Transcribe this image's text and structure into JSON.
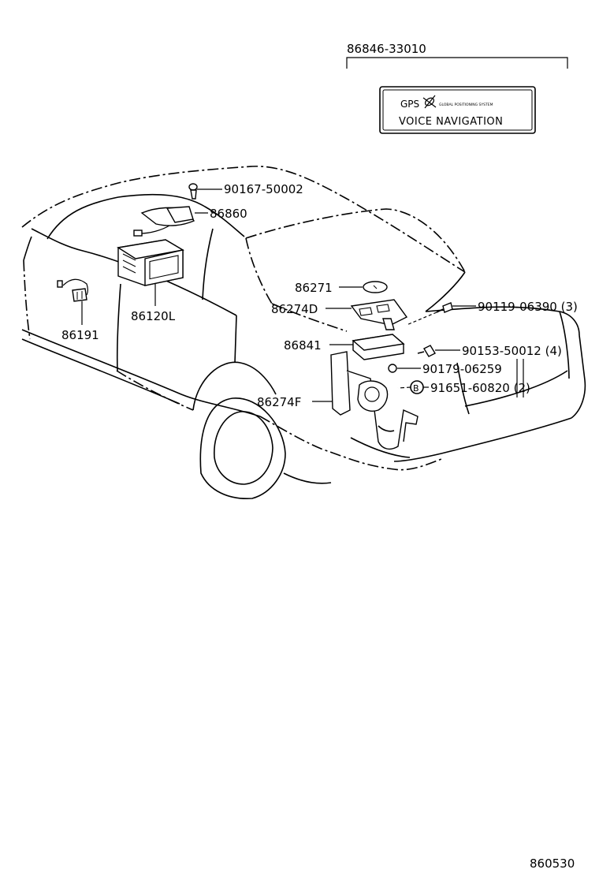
{
  "header": {
    "label_part_no": "86846-33010"
  },
  "label_box": {
    "gps": "GPS",
    "gps_desc": "GLOBAL POSITIONING SYSTEM",
    "voice": "VOICE NAVIGATION"
  },
  "callouts": {
    "c_90167": "90167-50002",
    "c_86860": "86860",
    "c_86120L": "86120L",
    "c_86191": "86191",
    "c_86271": "86271",
    "c_86274D": "86274D",
    "c_90119": "90119-06390 (3)",
    "c_86841": "86841",
    "c_90153": "90153-50012 (4)",
    "c_90179": "90179-06259",
    "c_B": "B",
    "c_91651": "91651-60820 (2)",
    "c_86274F": "86274F"
  },
  "footer": {
    "diagram_no": "860530"
  },
  "colors": {
    "ink": "#000000",
    "paper": "#ffffff"
  }
}
